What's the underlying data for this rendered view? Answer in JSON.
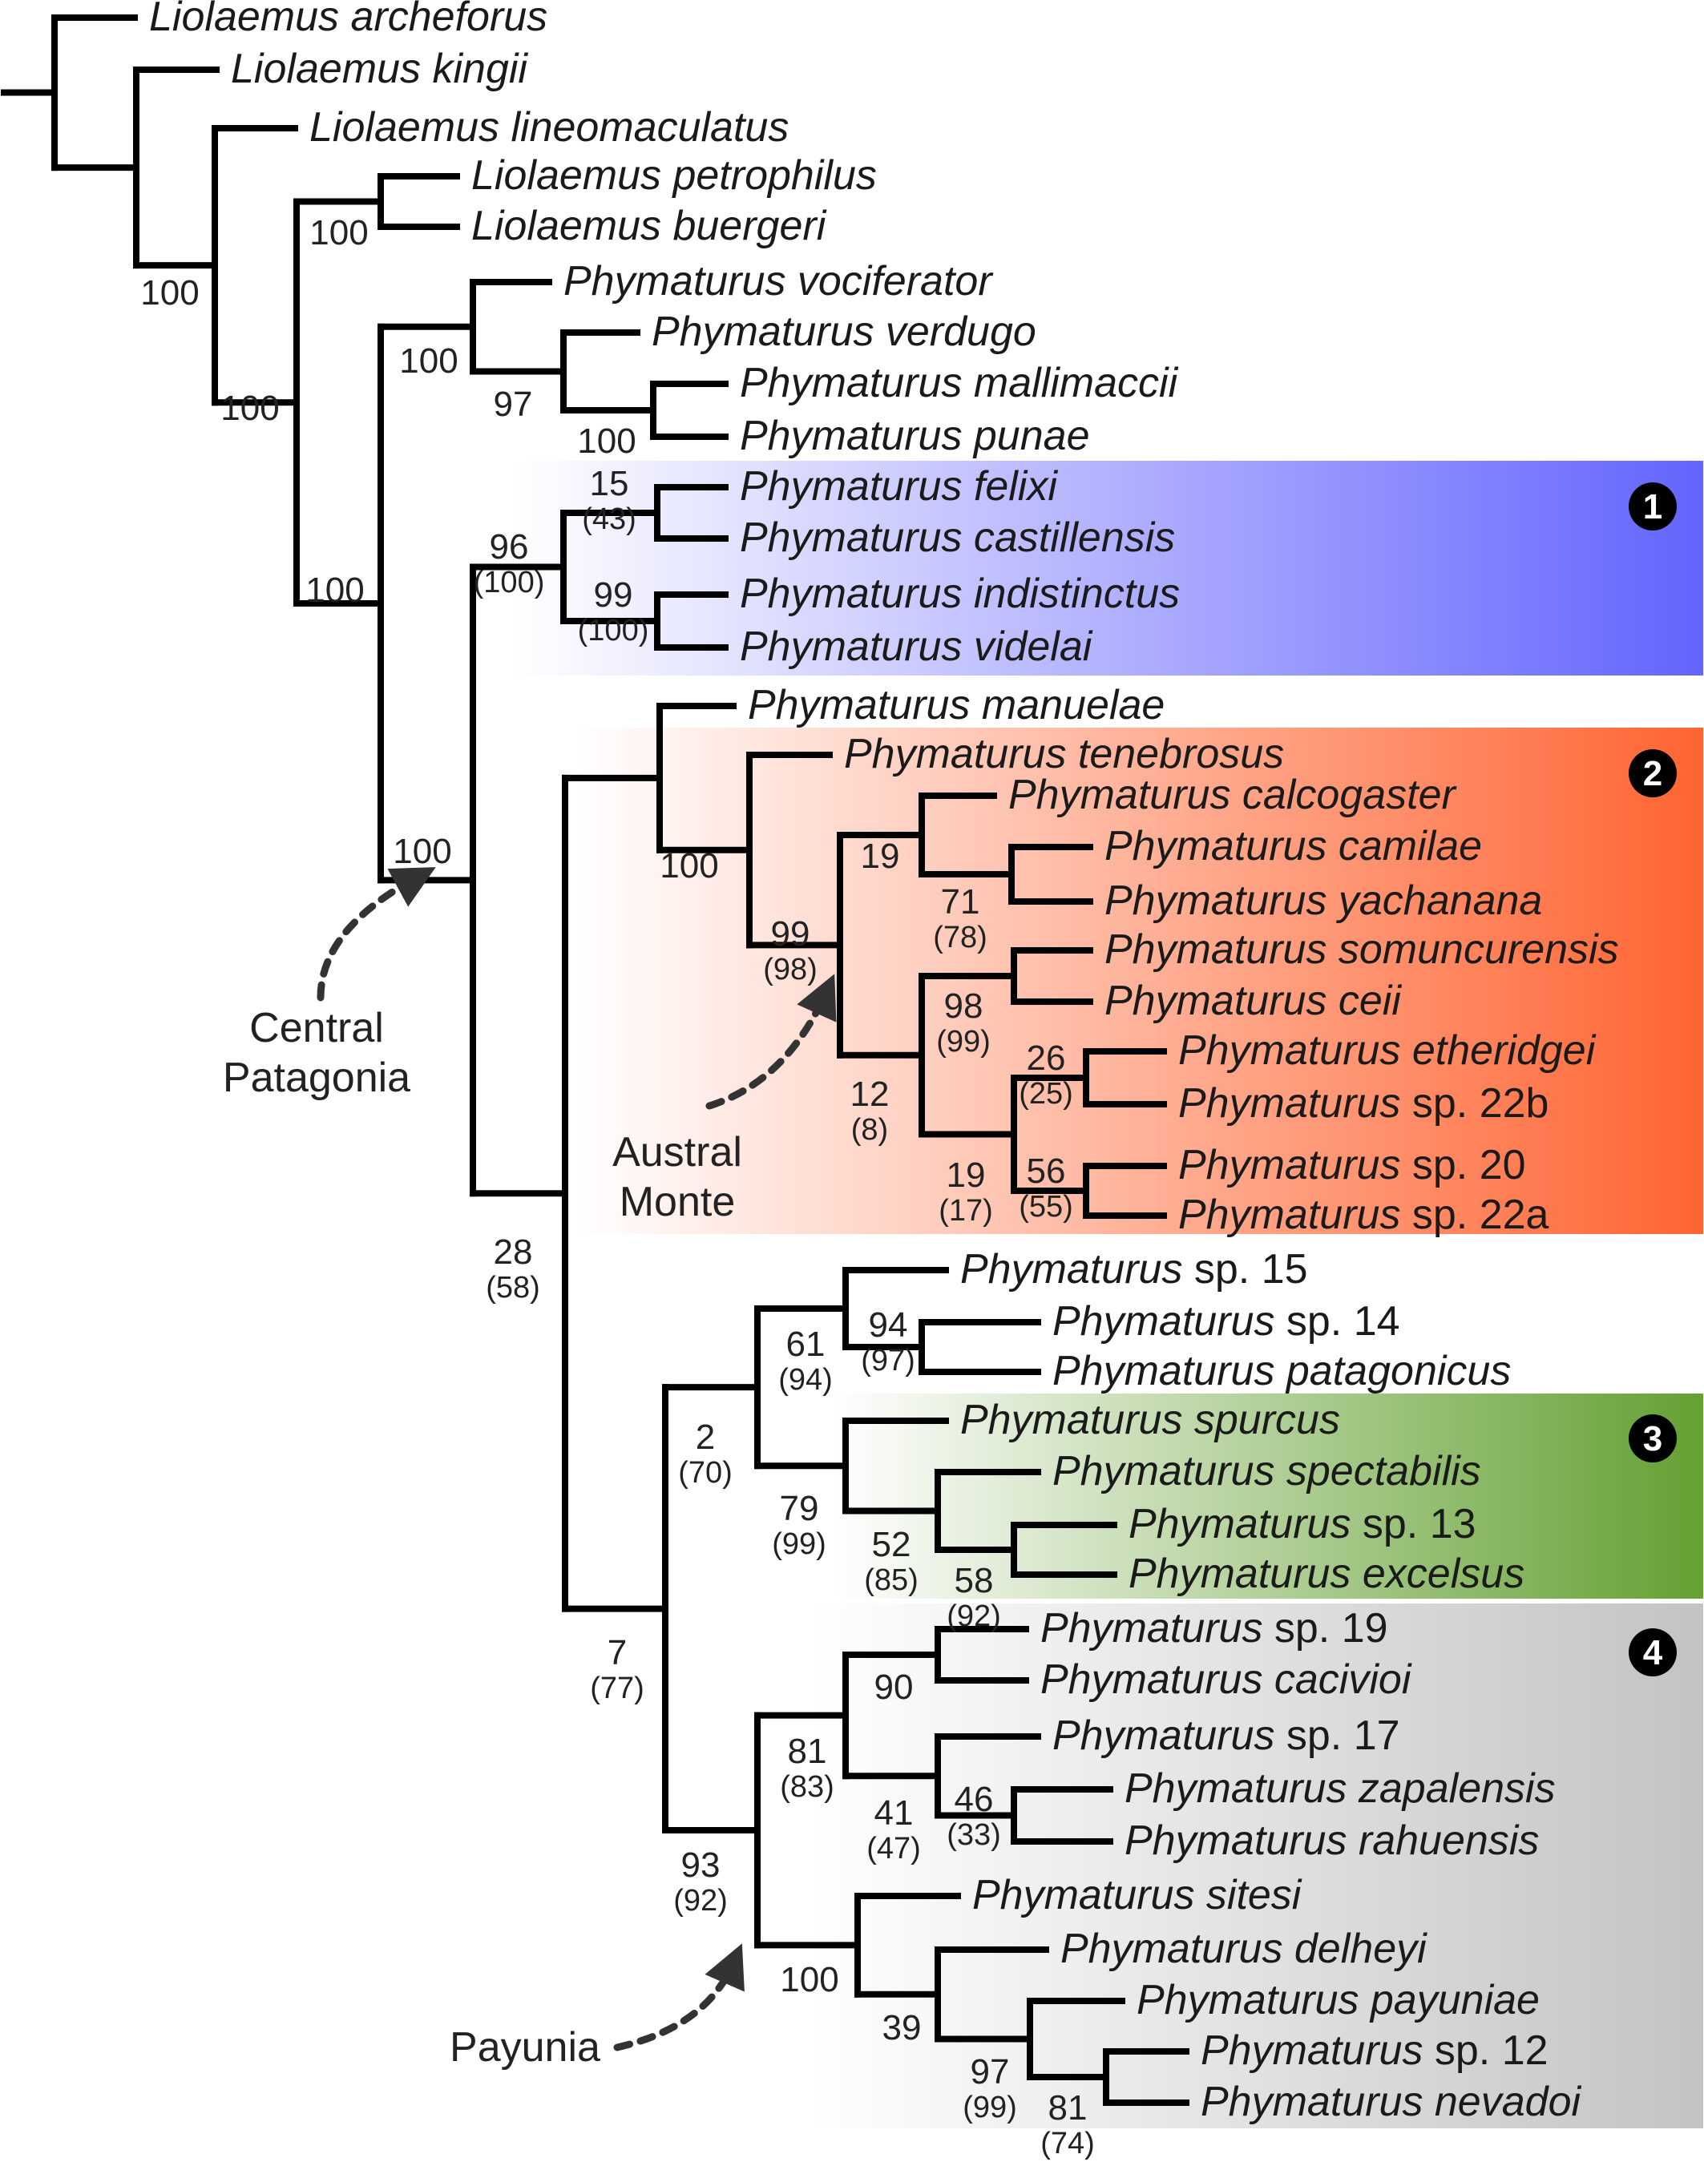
{
  "taxa": [
    {
      "id": "archeforus",
      "genus": "Liolaemus",
      "epithet": "archeforus"
    },
    {
      "id": "kingii",
      "genus": "Liolaemus",
      "epithet": "kingii"
    },
    {
      "id": "lineomaculatus",
      "genus": "Liolaemus",
      "epithet": "lineomaculatus"
    },
    {
      "id": "petrophilus",
      "genus": "Liolaemus",
      "epithet": "petrophilus"
    },
    {
      "id": "buergeri",
      "genus": "Liolaemus",
      "epithet": "buergeri"
    },
    {
      "id": "vociferator",
      "genus": "Phymaturus",
      "epithet": "vociferator"
    },
    {
      "id": "verdugo",
      "genus": "Phymaturus",
      "epithet": "verdugo"
    },
    {
      "id": "mallimaccii",
      "genus": "Phymaturus",
      "epithet": "mallimaccii"
    },
    {
      "id": "punae",
      "genus": "Phymaturus",
      "epithet": "punae"
    },
    {
      "id": "felixi",
      "genus": "Phymaturus",
      "epithet": "felixi"
    },
    {
      "id": "castillensis",
      "genus": "Phymaturus",
      "epithet": "castillensis"
    },
    {
      "id": "indistinctus",
      "genus": "Phymaturus",
      "epithet": "indistinctus"
    },
    {
      "id": "videlai",
      "genus": "Phymaturus",
      "epithet": "videlai"
    },
    {
      "id": "manuelae",
      "genus": "Phymaturus",
      "epithet": "manuelae"
    },
    {
      "id": "tenebrosus",
      "genus": "Phymaturus",
      "epithet": "tenebrosus"
    },
    {
      "id": "calcogaster",
      "genus": "Phymaturus",
      "epithet": "calcogaster"
    },
    {
      "id": "camilae",
      "genus": "Phymaturus",
      "epithet": "camilae"
    },
    {
      "id": "yachanana",
      "genus": "Phymaturus",
      "epithet": "yachanana"
    },
    {
      "id": "somuncurensis",
      "genus": "Phymaturus",
      "epithet": "somuncurensis"
    },
    {
      "id": "ceii",
      "genus": "Phymaturus",
      "epithet": "ceii"
    },
    {
      "id": "etheridgei",
      "genus": "Phymaturus",
      "epithet": "etheridgei"
    },
    {
      "id": "sp22b",
      "genus": "Phymaturus",
      "epithet": "sp. 22b"
    },
    {
      "id": "sp20",
      "genus": "Phymaturus",
      "epithet": "sp. 20"
    },
    {
      "id": "sp22a",
      "genus": "Phymaturus",
      "epithet": "sp. 22a"
    },
    {
      "id": "sp15",
      "genus": "Phymaturus",
      "epithet": "sp. 15"
    },
    {
      "id": "sp14",
      "genus": "Phymaturus",
      "epithet": "sp. 14"
    },
    {
      "id": "patagonicus",
      "genus": "Phymaturus",
      "epithet": "patagonicus"
    },
    {
      "id": "spurcus",
      "genus": "Phymaturus",
      "epithet": "spurcus"
    },
    {
      "id": "spectabilis",
      "genus": "Phymaturus",
      "epithet": "spectabilis"
    },
    {
      "id": "sp13",
      "genus": "Phymaturus",
      "epithet": "sp. 13"
    },
    {
      "id": "excelsus",
      "genus": "Phymaturus",
      "epithet": "excelsus"
    },
    {
      "id": "sp19",
      "genus": "Phymaturus",
      "epithet": "sp. 19"
    },
    {
      "id": "cacivioi",
      "genus": "Phymaturus",
      "epithet": "cacivioi"
    },
    {
      "id": "sp17",
      "genus": "Phymaturus",
      "epithet": "sp. 17"
    },
    {
      "id": "zapalensis",
      "genus": "Phymaturus",
      "epithet": "zapalensis"
    },
    {
      "id": "rahuensis",
      "genus": "Phymaturus",
      "epithet": "rahuensis"
    },
    {
      "id": "sitesi",
      "genus": "Phymaturus",
      "epithet": "sitesi"
    },
    {
      "id": "delheyi",
      "genus": "Phymaturus",
      "epithet": "delheyi"
    },
    {
      "id": "payuniae",
      "genus": "Phymaturus",
      "epithet": "payuniae"
    },
    {
      "id": "sp12",
      "genus": "Phymaturus",
      "epithet": "sp. 12"
    },
    {
      "id": "nevadoi",
      "genus": "Phymaturus",
      "epithet": "nevadoi"
    }
  ],
  "support_values": [
    {
      "node": "petro_buerg",
      "primary": "100",
      "secondary": ""
    },
    {
      "node": "kingii_clade",
      "primary": "100",
      "secondary": ""
    },
    {
      "node": "lineo_clade",
      "primary": "100",
      "secondary": ""
    },
    {
      "node": "voc_clade",
      "primary": "100",
      "secondary": ""
    },
    {
      "node": "verdugo_clade",
      "primary": "97",
      "secondary": ""
    },
    {
      "node": "malli_punae",
      "primary": "100",
      "secondary": ""
    },
    {
      "node": "liolaemus_phymaturus",
      "primary": "100",
      "secondary": ""
    },
    {
      "node": "felixi_cast",
      "primary": "15",
      "secondary": "(43)"
    },
    {
      "node": "indist_videlai",
      "primary": "99",
      "secondary": "(100)"
    },
    {
      "node": "clade1",
      "primary": "96",
      "secondary": "(100)"
    },
    {
      "node": "central_patagonia",
      "primary": "100",
      "secondary": ""
    },
    {
      "node": "manuelae_clade",
      "primary": "100",
      "secondary": ""
    },
    {
      "node": "tenebrosus_clade",
      "primary": "99",
      "secondary": "(98)"
    },
    {
      "node": "calco_clade",
      "primary": "19",
      "secondary": ""
    },
    {
      "node": "camilae_yachanana",
      "primary": "71",
      "secondary": "(78)"
    },
    {
      "node": "somun_ceii",
      "primary": "98",
      "secondary": "(99)"
    },
    {
      "node": "ether_22b",
      "primary": "26",
      "secondary": "(25)"
    },
    {
      "node": "sp20_22a",
      "primary": "56",
      "secondary": "(55)"
    },
    {
      "node": "ether_sp20",
      "primary": "19",
      "secondary": "(17)"
    },
    {
      "node": "somun_sp20",
      "primary": "12",
      "secondary": "(8)"
    },
    {
      "node": "austral_payunia",
      "primary": "28",
      "secondary": "(58)"
    },
    {
      "node": "sp14_patag",
      "primary": "94",
      "secondary": "(97)"
    },
    {
      "node": "sp15_clade",
      "primary": "61",
      "secondary": "(94)"
    },
    {
      "node": "sp13_excelsus",
      "primary": "58",
      "secondary": "(92)"
    },
    {
      "node": "spectabilis_clade",
      "primary": "52",
      "secondary": "(85)"
    },
    {
      "node": "clade3",
      "primary": "79",
      "secondary": "(99)"
    },
    {
      "node": "sp15_spurcus",
      "primary": "2",
      "secondary": "(70)"
    },
    {
      "node": "sp19_cacivioi",
      "primary": "90",
      "secondary": ""
    },
    {
      "node": "zapal_rahu",
      "primary": "46",
      "secondary": "(33)"
    },
    {
      "node": "sp17_clade",
      "primary": "41",
      "secondary": "(47)"
    },
    {
      "node": "sp19_sp17",
      "primary": "81",
      "secondary": "(83)"
    },
    {
      "node": "sp12_nevadoi",
      "primary": "81",
      "secondary": "(74)"
    },
    {
      "node": "payuniae_clade",
      "primary": "97",
      "secondary": "(99)"
    },
    {
      "node": "delheyi_clade",
      "primary": "39",
      "secondary": ""
    },
    {
      "node": "sitesi_clade",
      "primary": "100",
      "secondary": ""
    },
    {
      "node": "clade4",
      "primary": "93",
      "secondary": "(92)"
    },
    {
      "node": "payunia_node",
      "primary": "7",
      "secondary": "(77)"
    }
  ],
  "clades": [
    {
      "id": "1",
      "label": "1",
      "color": "#6464ff"
    },
    {
      "id": "2",
      "label": "2",
      "color": "#ff6432"
    },
    {
      "id": "3",
      "label": "3",
      "color": "#64a032"
    },
    {
      "id": "4",
      "label": "4",
      "color": "#c3c3c3"
    }
  ],
  "region_labels": [
    {
      "id": "central",
      "lines": [
        "Central",
        "Patagonia"
      ]
    },
    {
      "id": "austral",
      "lines": [
        "Austral",
        "Monte"
      ]
    },
    {
      "id": "payunia",
      "lines": [
        "Payunia"
      ]
    }
  ]
}
